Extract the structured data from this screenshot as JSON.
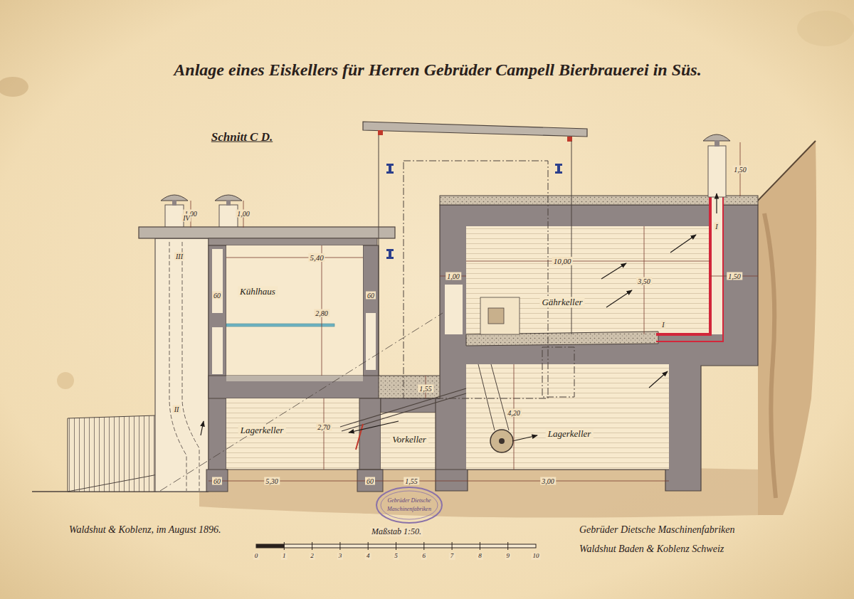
{
  "diagram": {
    "title": "Anlage eines Eiskellers für Herren Gebrüder Campell Bierbrauerei in Süs.",
    "nodes": [
      {
        "text": [
          "Kühlhaus"
        ]
      },
      {
        "text": [
          "Gährkeller"
        ]
      },
      {
        "text": [
          "Lagerkeller"
        ]
      },
      {
        "text": [
          "Vorkeller"
        ]
      },
      {
        "text": [
          "Lagerkeller"
        ]
      }
    ],
    "labels": [
      "Schnitt C D.",
      "1,00",
      "1,00",
      "1,50",
      "60",
      "5,40",
      "60",
      "2,80",
      "1,00",
      "10,00",
      "1,50",
      "3,50",
      "1,55",
      "60",
      "5,30",
      "60",
      "1,55",
      "3,00",
      "2,70",
      "4,20",
      "I",
      "I",
      "II",
      "III",
      "IV",
      "Waldshut & Koblenz, im August 1896.",
      "Maßstab 1:50.",
      "0",
      "1",
      "2",
      "3",
      "4",
      "5",
      "6",
      "7",
      "8",
      "9",
      "10",
      "Gebrüder Dietsche",
      "Maschinenfabriken",
      "Gebrüder Dietsche Maschinenfabriken",
      "Waldshut Baden & Koblenz Schweiz"
    ]
  }
}
